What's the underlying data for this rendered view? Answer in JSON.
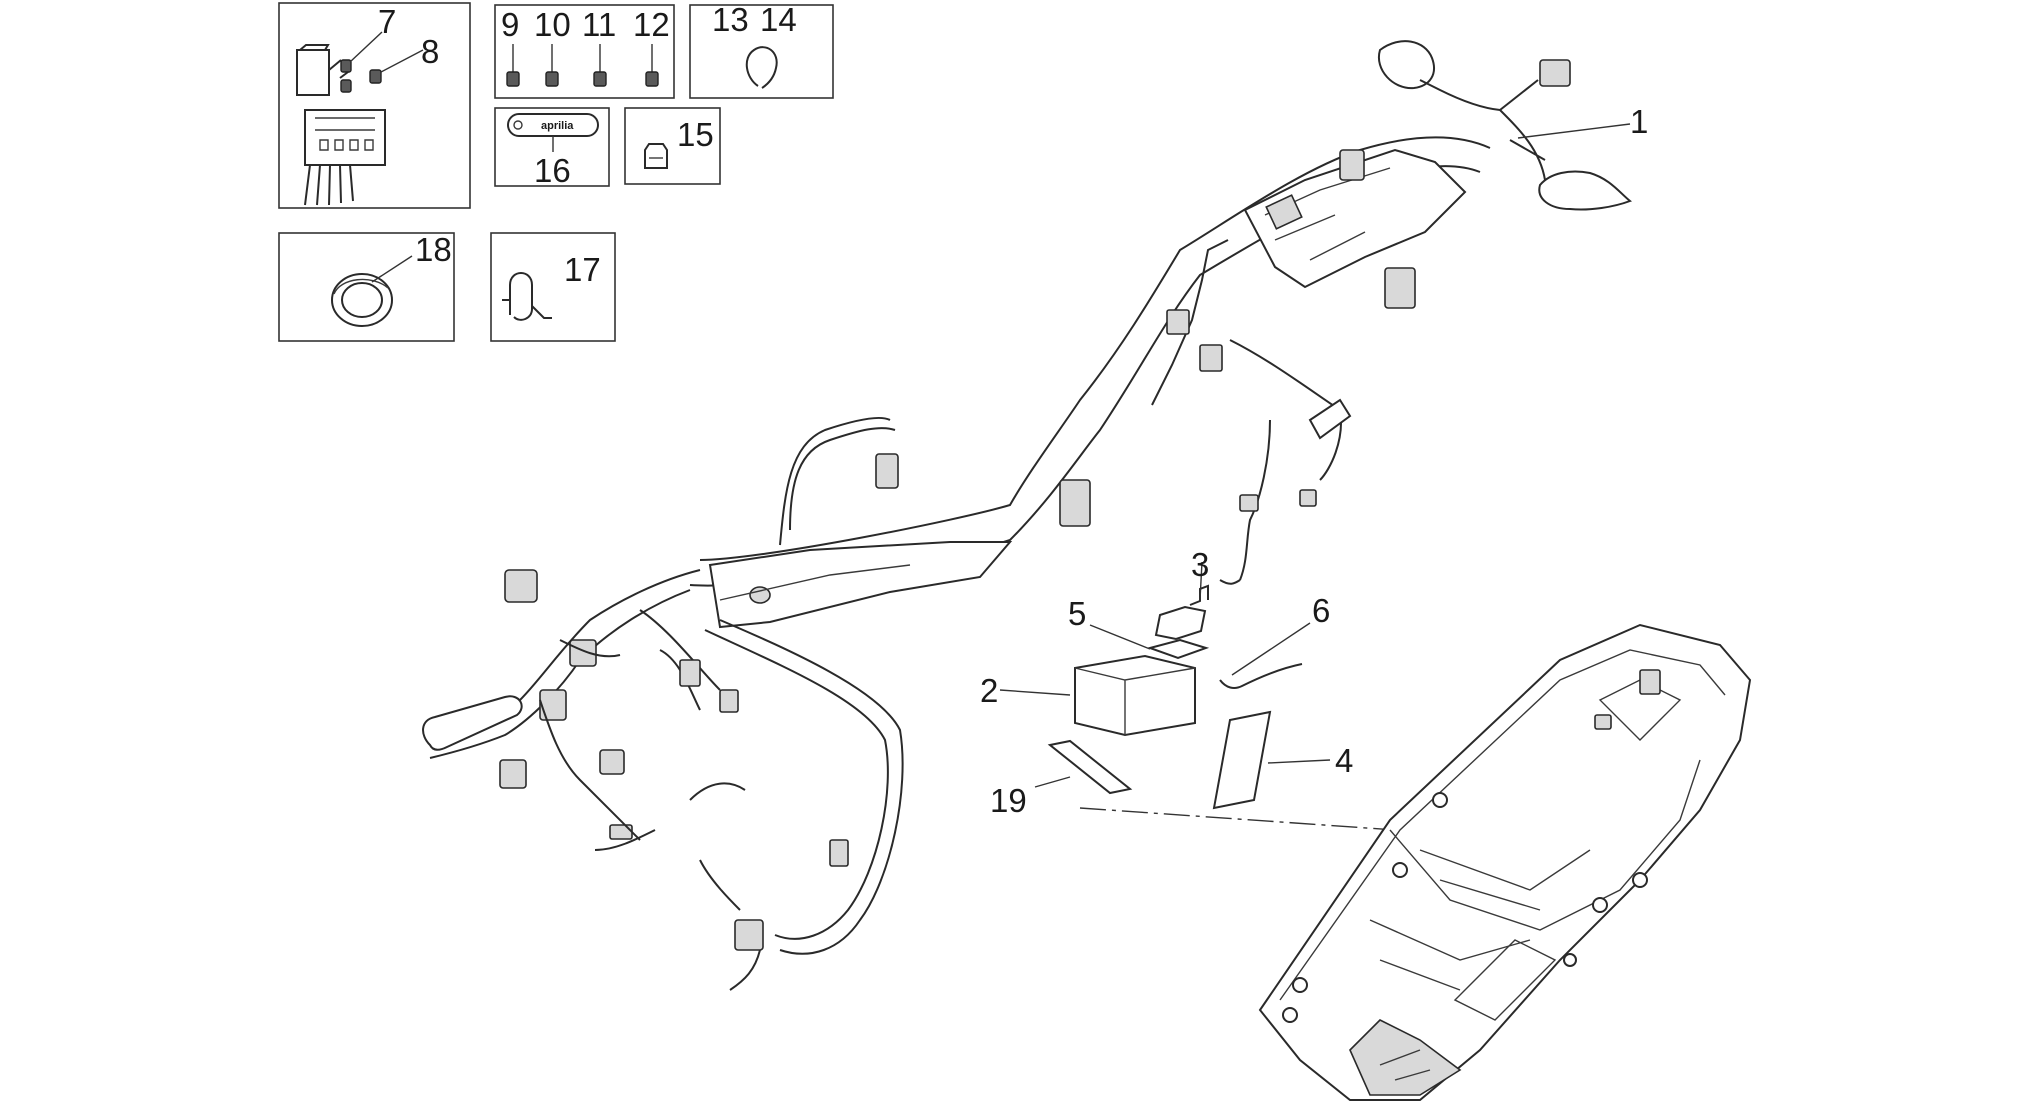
{
  "labels": {
    "n1": "1",
    "n2": "2",
    "n3": "3",
    "n4": "4",
    "n5": "5",
    "n6": "6",
    "n7": "7",
    "n8": "8",
    "n9": "9",
    "n10": "10",
    "n11": "11",
    "n12": "12",
    "n13": "13",
    "n14": "14",
    "n15": "15",
    "n16": "16",
    "n17": "17",
    "n18": "18",
    "n19": "19"
  },
  "brand": "aprilia"
}
